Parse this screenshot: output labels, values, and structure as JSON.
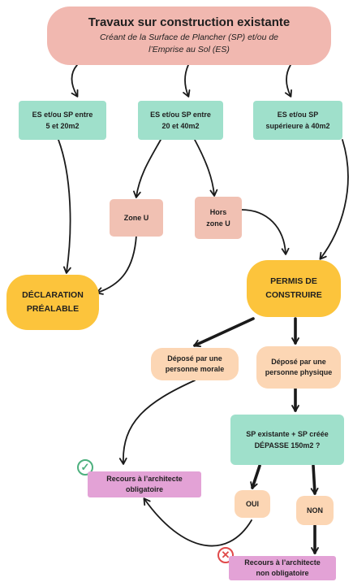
{
  "title": {
    "heading": "Travaux sur construction existante",
    "sub1": "Créant de la Surface de Plancher (SP) et/ou de",
    "sub2": "l’Emprise au Sol (ES)"
  },
  "branches": {
    "small": {
      "line1": "ES et/ou SP entre",
      "line2": "5 et 20m2"
    },
    "medium": {
      "line1": "ES et/ou SP entre",
      "line2": "20 et 40m2"
    },
    "large": {
      "line1": "ES et/ou SP",
      "line2": "supérieure à 40m2"
    }
  },
  "zones": {
    "zone_u": "Zone U",
    "hors_line1": "Hors",
    "hors_line2": "zone U"
  },
  "outcomes": {
    "declaration_line1": "DÉCLARATION",
    "declaration_line2": "PRÉALABLE",
    "permis_line1": "PERMIS DE",
    "permis_line2": "CONSTRUIRE"
  },
  "deposits": {
    "morale_line1": "Déposé par une",
    "morale_line2": "personne morale",
    "physique_line1": "Déposé par une",
    "physique_line2": "personne physique"
  },
  "question": {
    "line1": "SP existante + SP créée",
    "line2": "DÉPASSE 150m2 ?"
  },
  "answers": {
    "yes": "OUI",
    "no": "NON"
  },
  "results": {
    "mandatory_line1": "Recours à l’architecte",
    "mandatory_line2": "obligatoire",
    "optional_line1": "Recours à l’architecte",
    "optional_line2": "non obligatoire"
  },
  "icons": {
    "check": "✓",
    "cross": "✕"
  },
  "colors": {
    "title_bg": "#f1b8b0",
    "teal": "#9fe0cb",
    "pink": "#f1c1b3",
    "peach": "#fcd6b4",
    "yellow": "#fcc43c",
    "purple": "#e3a2d6",
    "arrow": "#1a1a1a"
  }
}
